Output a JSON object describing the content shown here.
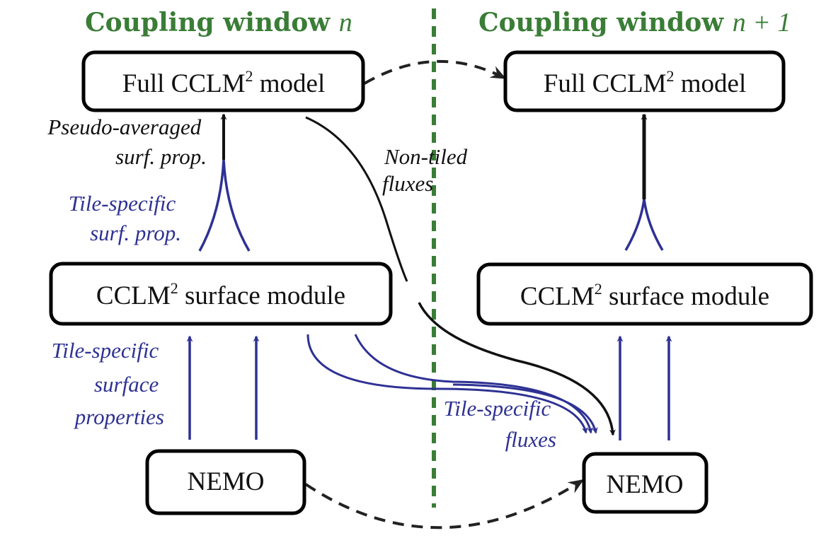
{
  "colors": {
    "green": "#3a7d36",
    "blue": "#2e3193",
    "black": "#111111"
  },
  "windows": [
    {
      "title_text": "Coupling window ",
      "title_math": "n",
      "model_box": {
        "prefix": "Full CCLM",
        "sup": "2",
        "suffix": " model"
      },
      "surface_box": {
        "prefix": "CCLM",
        "sup": "2",
        "suffix": " surface module"
      },
      "ocean_box": {
        "label": "NEMO"
      }
    },
    {
      "title_text": "Coupling window ",
      "title_math": "n + 1",
      "model_box": {
        "prefix": "Full CCLM",
        "sup": "2",
        "suffix": " model"
      },
      "surface_box": {
        "prefix": "CCLM",
        "sup": "2",
        "suffix": " surface module"
      },
      "ocean_box": {
        "label": "NEMO"
      }
    }
  ],
  "labels": {
    "pseudo_averaged": [
      "Pseudo-averaged",
      "surf. prop."
    ],
    "tile_specific_surf_prop": [
      "Tile-specific",
      "surf. prop."
    ],
    "tile_specific_surface_properties": [
      "Tile-specific",
      "surface",
      "properties"
    ],
    "non_tiled_fluxes": [
      "Non-tiled",
      "fluxes"
    ],
    "tile_specific_fluxes": [
      "Tile-specific",
      "fluxes"
    ]
  }
}
